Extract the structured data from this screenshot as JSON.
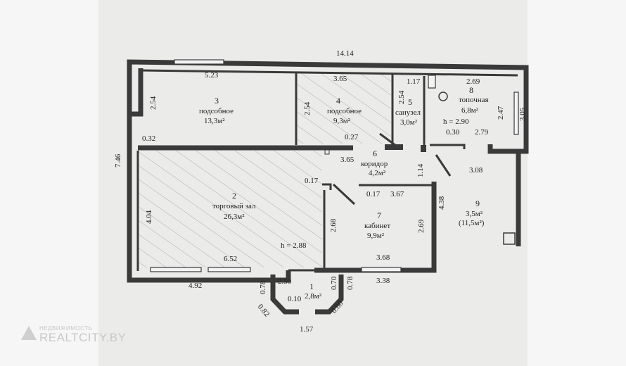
{
  "dimensions": {
    "total_width": "14.14",
    "total_height": "7.46",
    "r3_top": "5.23",
    "r3_left": "2.54",
    "r4_top": "3.65",
    "r4_left": "2.54",
    "r5_top": "1.17",
    "r5_left": "2.54",
    "r8_top": "2.69",
    "r8_right": "2.47",
    "right_wall": "3.05",
    "r8_h": "h = 2.90",
    "r8_bottom_a": "0.30",
    "r8_bottom_b": "2.79",
    "r9_top": "3.08",
    "corridor_left": "0.32",
    "corridor_mid": "0.27",
    "corridor_bottom": "3.65",
    "corridor_right": "1.14",
    "r2_left": "4.04",
    "r2_bottom": "6.52",
    "r2_bottom_outer": "4.92",
    "r2_h": "h = 2.88",
    "r7_corner": "0.17",
    "r7_top_a": "0.17",
    "r7_top_b": "3.67",
    "r7_left": "2.68",
    "r7_right": "2.69",
    "r7_bottom": "3.68",
    "r7_bottom_outer": "3.38",
    "r9_left": "4.38",
    "vest_top": "2.50",
    "vest_left": "0.78",
    "vest_diag_left": "0.82",
    "vest_bottom": "0.10",
    "vest_right_a": "0.70",
    "vest_right_b": "0.78",
    "vest_diag_right": "0.80",
    "vest_outer": "1.57"
  },
  "rooms": {
    "r3": {
      "num": "3",
      "name": "подсобное",
      "area": "13,3м²"
    },
    "r4": {
      "num": "4",
      "name": "подсобное",
      "area": "9,3м²"
    },
    "r5": {
      "num": "5",
      "name": "санузел",
      "area": "3,0м²"
    },
    "r8": {
      "num": "8",
      "name": "топочная",
      "area": "6,8м²"
    },
    "r6": {
      "num": "6",
      "name": "коридор",
      "area": "4,2м²"
    },
    "r2": {
      "num": "2",
      "name": "торговый зал",
      "area": "26,3м²"
    },
    "r7": {
      "num": "7",
      "name": "кабинет",
      "area": "9,9м²"
    },
    "r9": {
      "num": "9",
      "area": "3,5м²",
      "area_alt": "(11,5м²)"
    },
    "r1": {
      "num": "1",
      "area": "2,8м²"
    }
  },
  "watermark": {
    "small": "НЕДВИЖИМОСТЬ",
    "big": "REALTCITY.BY"
  },
  "colors": {
    "paper": "#ebebea",
    "wall": "#3a3a3a",
    "background": "#f6f6f6"
  }
}
